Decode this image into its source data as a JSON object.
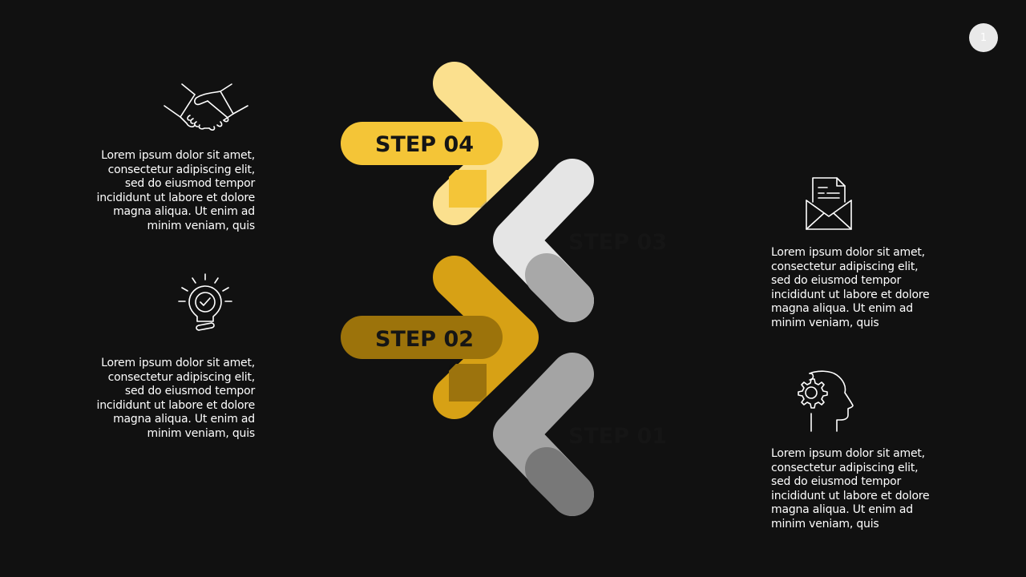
{
  "page_number": "1",
  "colors": {
    "background": "#111111",
    "step04_back": "#fbe08e",
    "step04_front": "#f4c537",
    "step03_back": "#e5e5e5",
    "step03_front": "#a8a8a8",
    "step02_back": "#d7a115",
    "step02_front": "#9c730b",
    "step01_back": "#a4a4a4",
    "step01_front": "#787878"
  },
  "steps": [
    {
      "label": "STEP 04",
      "direction": "right"
    },
    {
      "label": "STEP 03",
      "direction": "left"
    },
    {
      "label": "STEP 02",
      "direction": "right"
    },
    {
      "label": "STEP 01",
      "direction": "left"
    }
  ],
  "blocks": [
    {
      "icon": "handshake-icon",
      "text": "Lorem ipsum dolor sit amet, consectetur adipiscing elit, sed do eiusmod tempor incididunt ut labore et dolore magna aliqua. Ut enim ad minim veniam, quis"
    },
    {
      "icon": "lightbulb-icon",
      "text": "Lorem ipsum dolor sit amet, consectetur adipiscing elit, sed do eiusmod tempor incididunt ut labore et dolore magna aliqua. Ut enim ad minim veniam, quis"
    },
    {
      "icon": "envelope-letter-icon",
      "text": "Lorem ipsum dolor sit amet, consectetur adipiscing elit, sed do eiusmod tempor incididunt ut labore et dolore magna aliqua. Ut enim ad minim veniam, quis"
    },
    {
      "icon": "head-gear-icon",
      "text": "Lorem ipsum dolor sit amet, consectetur adipiscing elit, sed do eiusmod tempor incididunt ut labore et dolore magna aliqua. Ut enim ad minim veniam, quis"
    }
  ]
}
